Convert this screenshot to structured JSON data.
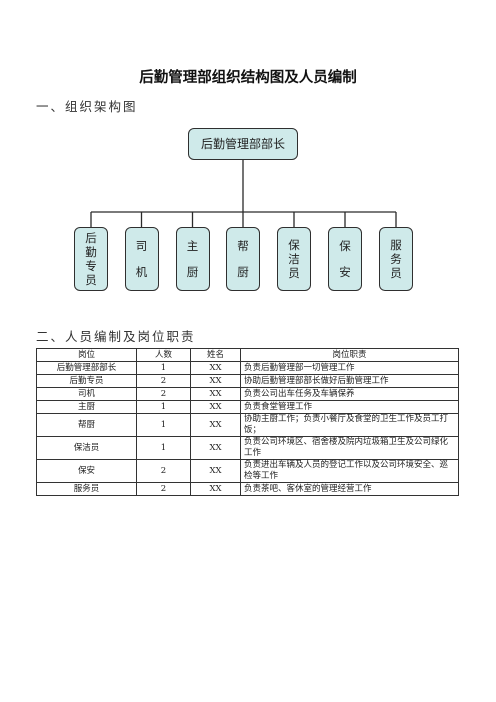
{
  "document": {
    "title": "后勤管理部组织结构图及人员编制",
    "section1": "一、组织架构图",
    "section2": "二、人员编制及岗位职责"
  },
  "org_chart": {
    "root": "后勤管理部部长",
    "children": [
      "后勤专员",
      "司机",
      "主厨",
      "帮厨",
      "保洁员",
      "保安",
      "服务员"
    ]
  },
  "table": {
    "headers": [
      "岗位",
      "人数",
      "姓名",
      "岗位职责"
    ],
    "rows": [
      [
        "后勤管理部部长",
        "1",
        "XX",
        "负责后勤管理部一切管理工作"
      ],
      [
        "后勤专员",
        "2",
        "XX",
        "协助后勤管理部部长做好后勤管理工作"
      ],
      [
        "司机",
        "2",
        "XX",
        "负责公司出车任务及车辆保养"
      ],
      [
        "主厨",
        "1",
        "XX",
        "负责食堂管理工作"
      ],
      [
        "帮厨",
        "1",
        "XX",
        "协助主厨工作；负责小餐厅及食堂的卫生工作及员工打饭；"
      ],
      [
        "保洁员",
        "1",
        "XX",
        "负责公司环境区、宿舍楼及院内垃圾箱卫生及公司绿化工作"
      ],
      [
        "保安",
        "2",
        "XX",
        "负责进出车辆及人员的登记工作以及公司环境安全、巡检等工作"
      ],
      [
        "服务员",
        "2",
        "XX",
        "负责茶吧、客休室的管理经营工作"
      ]
    ]
  }
}
